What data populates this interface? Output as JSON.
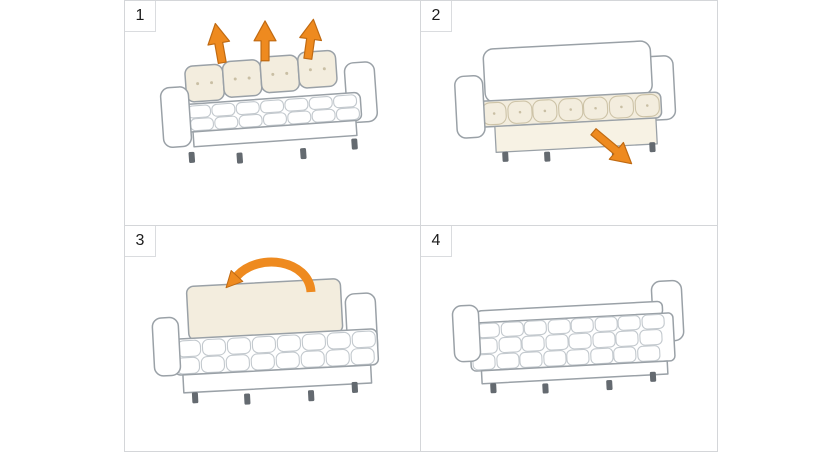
{
  "panels": [
    {
      "label": "1",
      "illustration": "sofa-back-cushions-lifted",
      "arrow_icon": "arrows-up-icon"
    },
    {
      "label": "2",
      "illustration": "sofa-base-pulled-out",
      "arrow_icon": "arrow-down-right-icon"
    },
    {
      "label": "3",
      "illustration": "sofa-backrest-folding",
      "arrow_icon": "arrow-curved-fold-icon"
    },
    {
      "label": "4",
      "illustration": "sofa-bed-flat",
      "arrow_icon": ""
    }
  ],
  "colors": {
    "accent_orange": "#EE8A1F",
    "accent_orange_dark": "#C06A12",
    "outline_gray": "#9AA1A7",
    "cushion_cream": "#F3EDDE",
    "grid_border": "#D4D6D9",
    "background": "#FFFFFF"
  }
}
